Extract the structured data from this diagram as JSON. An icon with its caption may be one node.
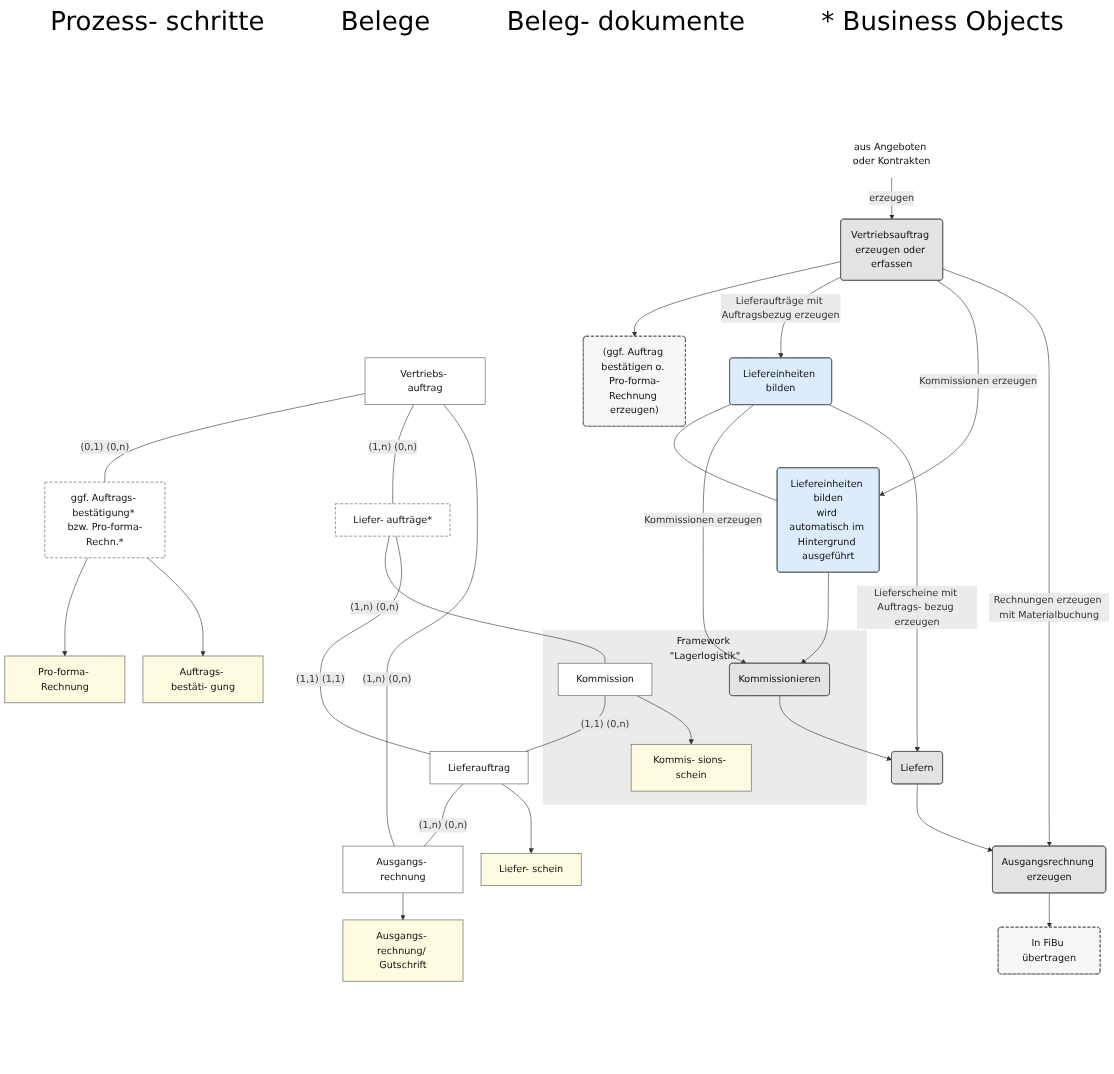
{
  "diagram": {
    "nodes": [
      {
        "text": [
          "aus Angeboten oder Kontrakten"
        ]
      },
      {
        "text": [
          "Vertriebsauftrag erzeugen oder erfassen"
        ]
      },
      {
        "text": [
          "(ggf. Auftrag bestätigen o. Pro-forma-Rechnung erzeugen)"
        ]
      },
      {
        "text": [
          "Liefereinheiten bilden"
        ]
      },
      {
        "text": [
          "Liefereinheiten bilden",
          "wird automatisch im Hintergrund ausgeführt"
        ]
      },
      {
        "text": [
          "Framework \"Lagerlogistik\""
        ]
      },
      {
        "text": [
          "Kommissionieren"
        ],
        "in": 5
      },
      {
        "text": [
          "Liefern"
        ]
      },
      {
        "text": [
          "Ausgangsrechnung erzeugen"
        ]
      },
      {
        "text": [
          "In FiBu übertragen"
        ]
      },
      {
        "text": [
          "Vertriebs- auftrag"
        ]
      },
      {
        "text": [
          "ggf. Auftrags- bestätigung* bzw. Pro-forma-Rechn.*"
        ]
      },
      {
        "text": [
          "Liefer- aufträge*"
        ]
      },
      {
        "text": [
          "Kommission"
        ],
        "in": 5
      },
      {
        "text": [
          "Lieferauftrag"
        ]
      },
      {
        "text": [
          "Ausgangs- rechnung"
        ]
      },
      {
        "text": [
          "Pro-forma- Rechnung"
        ]
      },
      {
        "text": [
          "Auftrags- bestäti- gung"
        ]
      },
      {
        "text": [
          "Kommis- sions- schein"
        ],
        "in": 5
      },
      {
        "text": [
          "Liefer- schein"
        ]
      },
      {
        "text": [
          "Ausgangs- rechnung/ Gutschrift"
        ]
      }
    ],
    "edges": [
      {
        "from": 0,
        "to": 1,
        "arrow": "to",
        "label": "erzeugen"
      },
      {
        "from": 1,
        "to": 2,
        "arrow": "to"
      },
      {
        "from": 1,
        "to": 3,
        "arrow": "to",
        "label": "Lieferaufträge mit Auftragsbezug erzeugen"
      },
      {
        "from": 1,
        "to": 4,
        "arrow": "to",
        "label": "Kommissionen erzeugen"
      },
      {
        "from": 1,
        "to": 8,
        "arrow": "to",
        "label": "Rechnungen erzeugen mit Materialbuchung"
      },
      {
        "from": 3,
        "to": 4,
        "arrow": "none"
      },
      {
        "from": 3,
        "to": 6,
        "arrow": "to",
        "label": "Kommissionen erzeugen"
      },
      {
        "from": 4,
        "to": 6,
        "arrow": "to"
      },
      {
        "from": 3,
        "to": 7,
        "arrow": "to",
        "label": "Lieferscheine mit Auftrags- bezug erzeugen"
      },
      {
        "from": 6,
        "to": 7,
        "arrow": "to"
      },
      {
        "from": 7,
        "to": 8,
        "arrow": "to"
      },
      {
        "from": 8,
        "to": 9,
        "arrow": "to"
      },
      {
        "from": 10,
        "to": 11,
        "arrow": "none",
        "label": "(0,1) (0,n)"
      },
      {
        "from": 10,
        "to": 12,
        "arrow": "none",
        "label": "(1,n) (0,n)"
      },
      {
        "from": 10,
        "to": 15,
        "arrow": "none",
        "label": "(1,n) (0,n)"
      },
      {
        "from": 12,
        "to": 13,
        "arrow": "none",
        "label": "(1,n) (0,n)"
      },
      {
        "from": 12,
        "to": 14,
        "arrow": "none",
        "label": "(1,1) (1,1)"
      },
      {
        "from": 13,
        "to": 14,
        "arrow": "none",
        "label": "(1,1) (0,n)"
      },
      {
        "from": 14,
        "to": 15,
        "arrow": "none",
        "label": "(1,n) (0,n)"
      },
      {
        "from": 11,
        "to": 16,
        "arrow": "to"
      },
      {
        "from": 11,
        "to": 17,
        "arrow": "to"
      },
      {
        "from": 13,
        "to": 18,
        "arrow": "to"
      },
      {
        "from": 14,
        "to": 19,
        "arrow": "to"
      },
      {
        "from": 15,
        "to": 20,
        "arrow": "to"
      }
    ],
    "labels": [
      "Prozess- schritte",
      "Belege",
      "Beleg- dokumente",
      "* Business Objects"
    ]
  }
}
